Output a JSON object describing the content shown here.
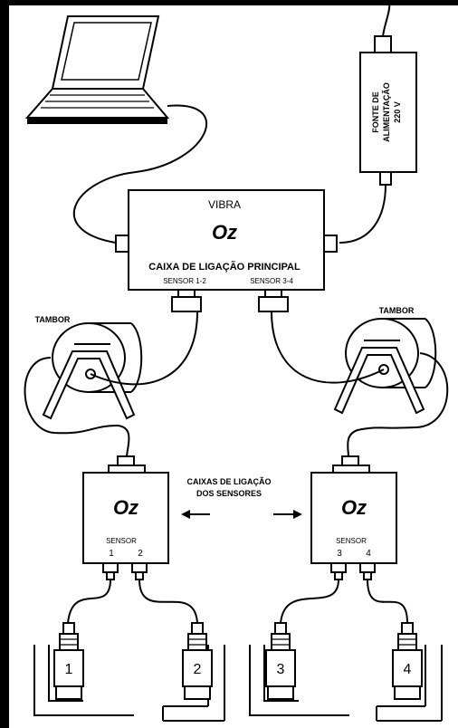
{
  "main_box": {
    "title": "VIBRA",
    "logo": "Oz",
    "caption": "CAIXA DE LIGAÇÃO PRINCIPAL",
    "port_left": "SENSOR 1-2",
    "port_right": "SENSOR 3-4"
  },
  "power_supply": {
    "line1": "FONTE DE",
    "line2": "ALIMENTAÇÃO",
    "line3": "220 V"
  },
  "drum_label_left": "TAMBOR",
  "drum_label_right": "TAMBOR",
  "center_caption": {
    "line1": "CAIXAS DE LIGAÇÃO",
    "line2": "DOS SENSORES"
  },
  "sensor_box_left": {
    "logo": "Oz",
    "label": "SENSOR",
    "port_a": "1",
    "port_b": "2"
  },
  "sensor_box_right": {
    "logo": "Oz",
    "label": "SENSOR",
    "port_a": "3",
    "port_b": "4"
  },
  "sensors": [
    "1",
    "2",
    "3",
    "4"
  ]
}
